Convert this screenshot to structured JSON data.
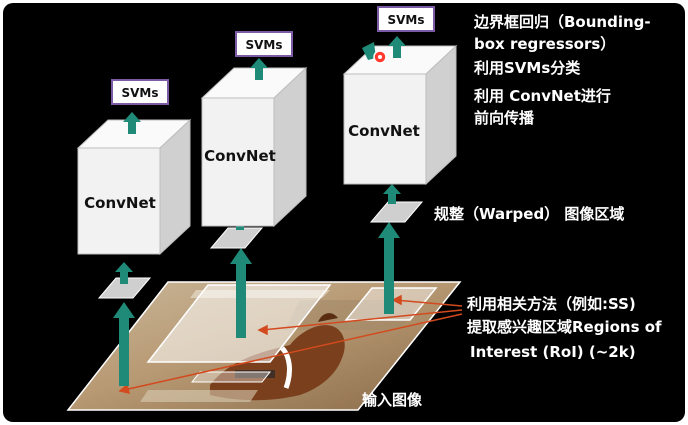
{
  "colors": {
    "background": "#000000",
    "arrow": "#1f8a78",
    "svm_box_border": "#7b5aa6",
    "cube_front": "#f2f2f2",
    "cube_top": "#fafafa",
    "cube_side": "#d0d0d0",
    "annotation_line": "#d24a1e",
    "text": "#ffffff"
  },
  "stages": [
    {
      "svm_label": "SVMs",
      "convnet_label": "ConvNet"
    },
    {
      "svm_label": "SVMs",
      "convnet_label": "ConvNet"
    },
    {
      "svm_label": "SVMs",
      "convnet_label": "ConvNet"
    }
  ],
  "annotations": {
    "bbox_regressor": {
      "line1": "边界框回归（Bounding-",
      "line2": "box regressors）"
    },
    "svm_classify": "利用SVMs分类",
    "convnet_forward": {
      "line1": "利用 ConvNet进行",
      "line2": "前向传播"
    },
    "warped_region": "规整（Warped） 图像区域",
    "roi_extraction": {
      "line1": "利用相关方法（例如:SS)",
      "line2": "提取感兴趣区域Regions of",
      "line3": "Interest (RoI) (~2k)"
    },
    "input_image": "输入图像"
  }
}
